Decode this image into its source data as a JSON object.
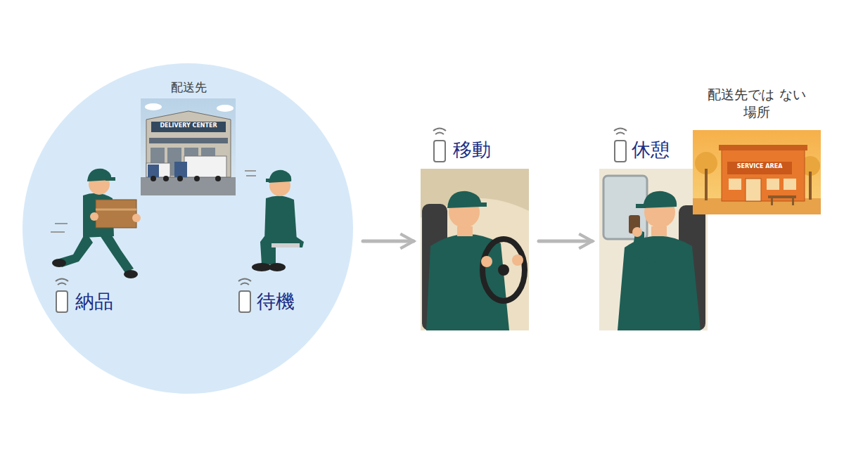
{
  "diagram": {
    "nodes": [
      {
        "text": [
          "納品",
          "待機"
        ]
      },
      {
        "text": [
          "配送先",
          "DELIVERY CENTER"
        ],
        "in": 0
      },
      {
        "text": [
          "移動"
        ]
      },
      {
        "text": [
          "休憩"
        ]
      },
      {
        "text": [
          "配送先では ない場所",
          "SERVICE AREA"
        ]
      }
    ],
    "edges": [
      {
        "from": 0,
        "to": 2,
        "arrow": "to"
      },
      {
        "from": 2,
        "to": 3,
        "arrow": "to"
      }
    ]
  }
}
